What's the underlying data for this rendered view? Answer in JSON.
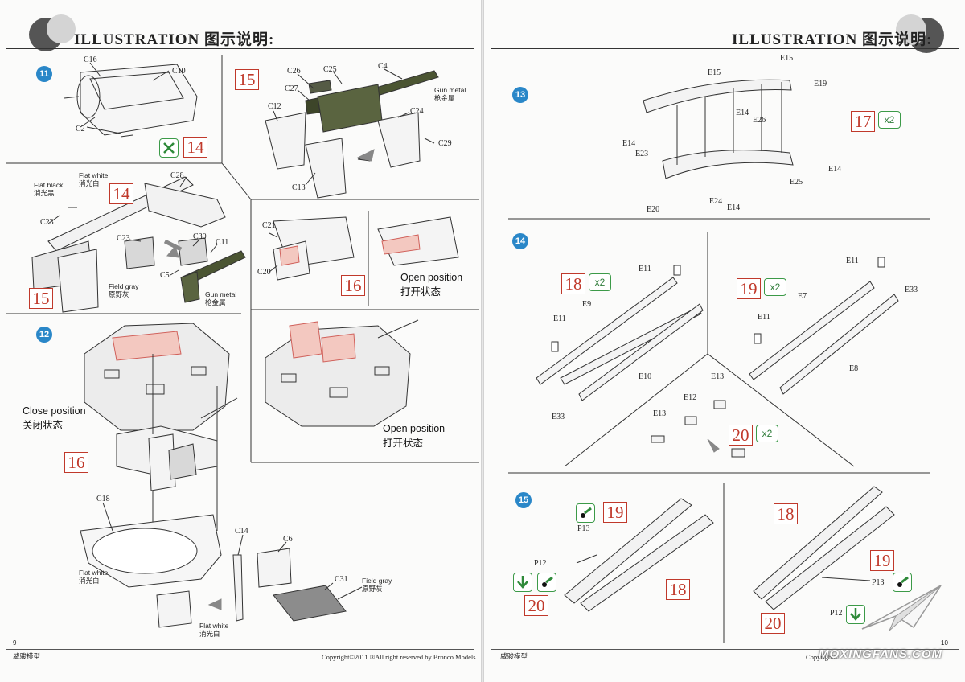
{
  "header": {
    "left_title": "ILLUSTRATION 图示说明:",
    "right_title": "ILLUSTRATION 图示说明:"
  },
  "left_page": {
    "step11": {
      "number": "11",
      "parts": [
        "C16",
        "C10",
        "C2"
      ],
      "ref_box": "14",
      "icon": "cut-and-file-icon"
    },
    "step15_box": {
      "ref_box": "15",
      "parts": [
        "C26",
        "C25",
        "C4",
        "C27",
        "C12",
        "C24",
        "C29",
        "C13"
      ],
      "gun_metal_note": "Gun metal\n枪金属"
    },
    "step14_box": {
      "ref_box_top": "14",
      "ref_box_bottom": "15",
      "parts": [
        "C28",
        "C23",
        "C23",
        "C30",
        "C11",
        "C5"
      ],
      "flat_black_note": "Flat black\n消光黑",
      "flat_white_note": "Flat white\n消光白",
      "field_gray_note": "Field gray\n原野灰",
      "gun_metal_note": "Gun metal\n枪金属"
    },
    "step16_box": {
      "parts": [
        "C21",
        "C20"
      ],
      "ref_box": "16",
      "open_position": "Open position\n打开状态"
    },
    "step12": {
      "number": "12",
      "close_position": "Close position\n关闭状态",
      "open_position": "Open position\n打开状态",
      "ref_box": "16",
      "parts": [
        "C18",
        "C14",
        "C6",
        "C31"
      ],
      "flat_white_note_1": "Flat white\n消光白",
      "flat_white_note_2": "Flat white\n消光白",
      "field_gray_note": "Field gray\n原野灰"
    },
    "page_number": "9",
    "footer_left": "威骏模型",
    "footer_right": "Copyright©2011  ®All right reserved by Bronco Models"
  },
  "right_page": {
    "step13": {
      "number": "13",
      "parts": [
        "E15",
        "E15",
        "E19",
        "E14",
        "E26",
        "E14",
        "E23",
        "E14",
        "E25",
        "E24",
        "E14",
        "E20"
      ],
      "ref_box": "17",
      "multiplier": "x2"
    },
    "step14": {
      "number": "14",
      "left": {
        "ref_box": "18",
        "multiplier": "x2",
        "parts": [
          "E11",
          "E9",
          "E11",
          "E10",
          "E33"
        ]
      },
      "right": {
        "ref_box": "19",
        "multiplier": "x2",
        "parts": [
          "E11",
          "E7",
          "E33",
          "E11",
          "E8"
        ]
      },
      "bottom": {
        "ref_box": "20",
        "multiplier": "x2",
        "parts": [
          "E13",
          "E12",
          "E13"
        ]
      }
    },
    "step15": {
      "number": "15",
      "left": {
        "ref_boxes": [
          "19",
          "18",
          "20"
        ],
        "parts": [
          "P13",
          "P12"
        ]
      },
      "right": {
        "ref_boxes": [
          "18",
          "19",
          "20"
        ],
        "parts": [
          "P13",
          "P12"
        ]
      }
    },
    "page_number": "10",
    "footer_left": "威骏模型",
    "footer_right": "Copyright©",
    "watermark": "MOXINGFANS.COM"
  }
}
